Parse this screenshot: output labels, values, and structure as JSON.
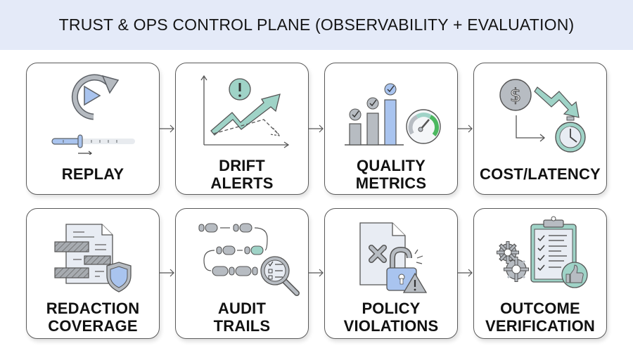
{
  "header": {
    "title": "TRUST & OPS CONTROL PLANE (OBSERVABILITY + EVALUATION)"
  },
  "colors": {
    "header_bg": "#e4eaf8",
    "accent_teal": "#9fd3c7",
    "accent_blue": "#a9c4ef",
    "gray": "#b7bcc2",
    "green": "#4cb860"
  },
  "rows": [
    {
      "cards": [
        {
          "id": "replay",
          "lines": [
            "REPLAY"
          ],
          "icon": "replay-icon"
        },
        {
          "id": "drift-alerts",
          "lines": [
            "DRIFT",
            "ALERTS"
          ],
          "icon": "drift-chart-icon"
        },
        {
          "id": "quality-metrics",
          "lines": [
            "QUALITY",
            "METRICS"
          ],
          "icon": "quality-metrics-icon"
        },
        {
          "id": "cost-latency",
          "lines": [
            "COST/LATENCY"
          ],
          "icon": "cost-latency-icon"
        }
      ]
    },
    {
      "cards": [
        {
          "id": "redaction-coverage",
          "lines": [
            "REDACTION",
            "COVERAGE"
          ],
          "icon": "redacted-document-icon"
        },
        {
          "id": "audit-trails",
          "lines": [
            "AUDIT",
            "TRAILS"
          ],
          "icon": "footsteps-magnifier-icon"
        },
        {
          "id": "policy-violations",
          "lines": [
            "POLICY",
            "VIOLATIONS"
          ],
          "icon": "unlocked-violation-icon"
        },
        {
          "id": "outcome-verification",
          "lines": [
            "OUTCOME",
            "VERIFICATION"
          ],
          "icon": "clipboard-thumbs-up-icon"
        }
      ]
    }
  ]
}
